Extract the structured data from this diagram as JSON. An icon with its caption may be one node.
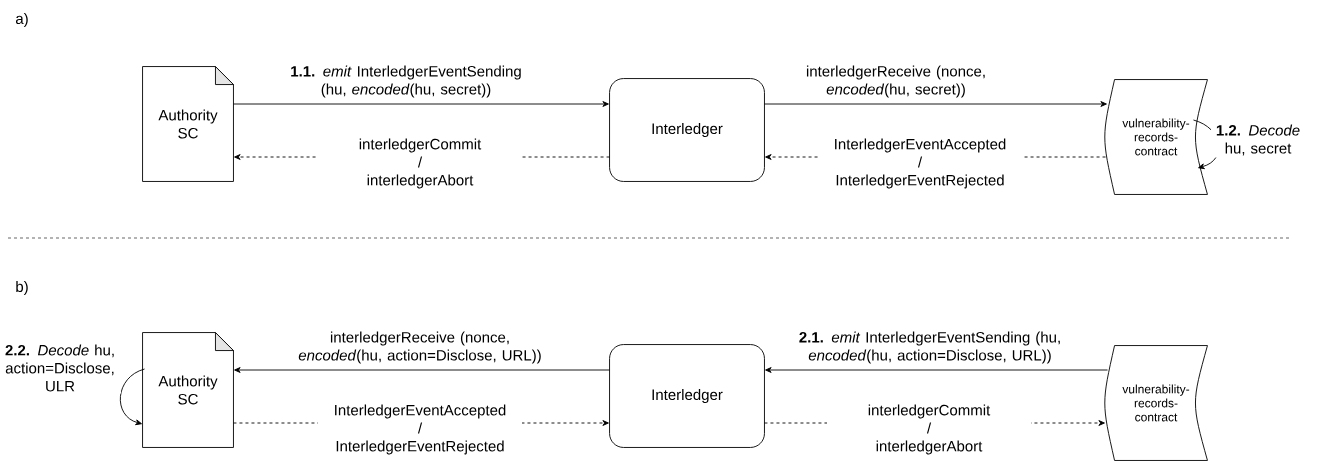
{
  "diagram": {
    "nodes": [
      {
        "text": [
          "Authority SC"
        ]
      },
      {
        "text": [
          "Interledger"
        ]
      },
      {
        "text": [
          "vulnerability- records- contract"
        ]
      },
      {
        "text": [
          "Authority SC"
        ]
      },
      {
        "text": [
          "Interledger"
        ]
      },
      {
        "text": [
          "vulnerability- records- contract"
        ]
      }
    ],
    "edges": [
      {
        "from": 0,
        "to": 1,
        "arrow": "to",
        "label": "**1.1.** *emit* InterledgerEventSending (hu, *encoded*(hu, secret))"
      },
      {
        "from": 1,
        "to": 2,
        "arrow": "to",
        "label": "interledgerReceive (nonce, *encoded*(hu, secret))"
      },
      {
        "from": 2,
        "to": 2,
        "arrow": "to",
        "label": "**1.2.** *Decode* hu, secret"
      },
      {
        "from": 2,
        "to": 1,
        "arrow": "to",
        "style": "dashed",
        "label": "InterledgerEventAccepted / InterledgerEventRejected"
      },
      {
        "from": 1,
        "to": 0,
        "arrow": "to",
        "style": "dashed",
        "label": "interledgerCommit / interledgerAbort"
      },
      {
        "from": 5,
        "to": 4,
        "arrow": "to",
        "label": "**2.1.** *emit* InterledgerEventSending (hu, *encoded*(hu, action=Disclose, URL))"
      },
      {
        "from": 4,
        "to": 3,
        "arrow": "to",
        "label": "interledgerReceive (nonce, *encoded*(hu, action=Disclose, URL))"
      },
      {
        "from": 3,
        "to": 3,
        "arrow": "to",
        "label": "**2.2.** *Decode* hu, action=Disclose, ULR"
      },
      {
        "from": 3,
        "to": 4,
        "arrow": "to",
        "style": "dashed",
        "label": "InterledgerEventAccepted / InterledgerEventRejected"
      },
      {
        "from": 4,
        "to": 5,
        "arrow": "to",
        "style": "dashed",
        "label": "interledgerCommit / interledgerAbort"
      }
    ],
    "labels": [
      "a)",
      "b)"
    ]
  }
}
